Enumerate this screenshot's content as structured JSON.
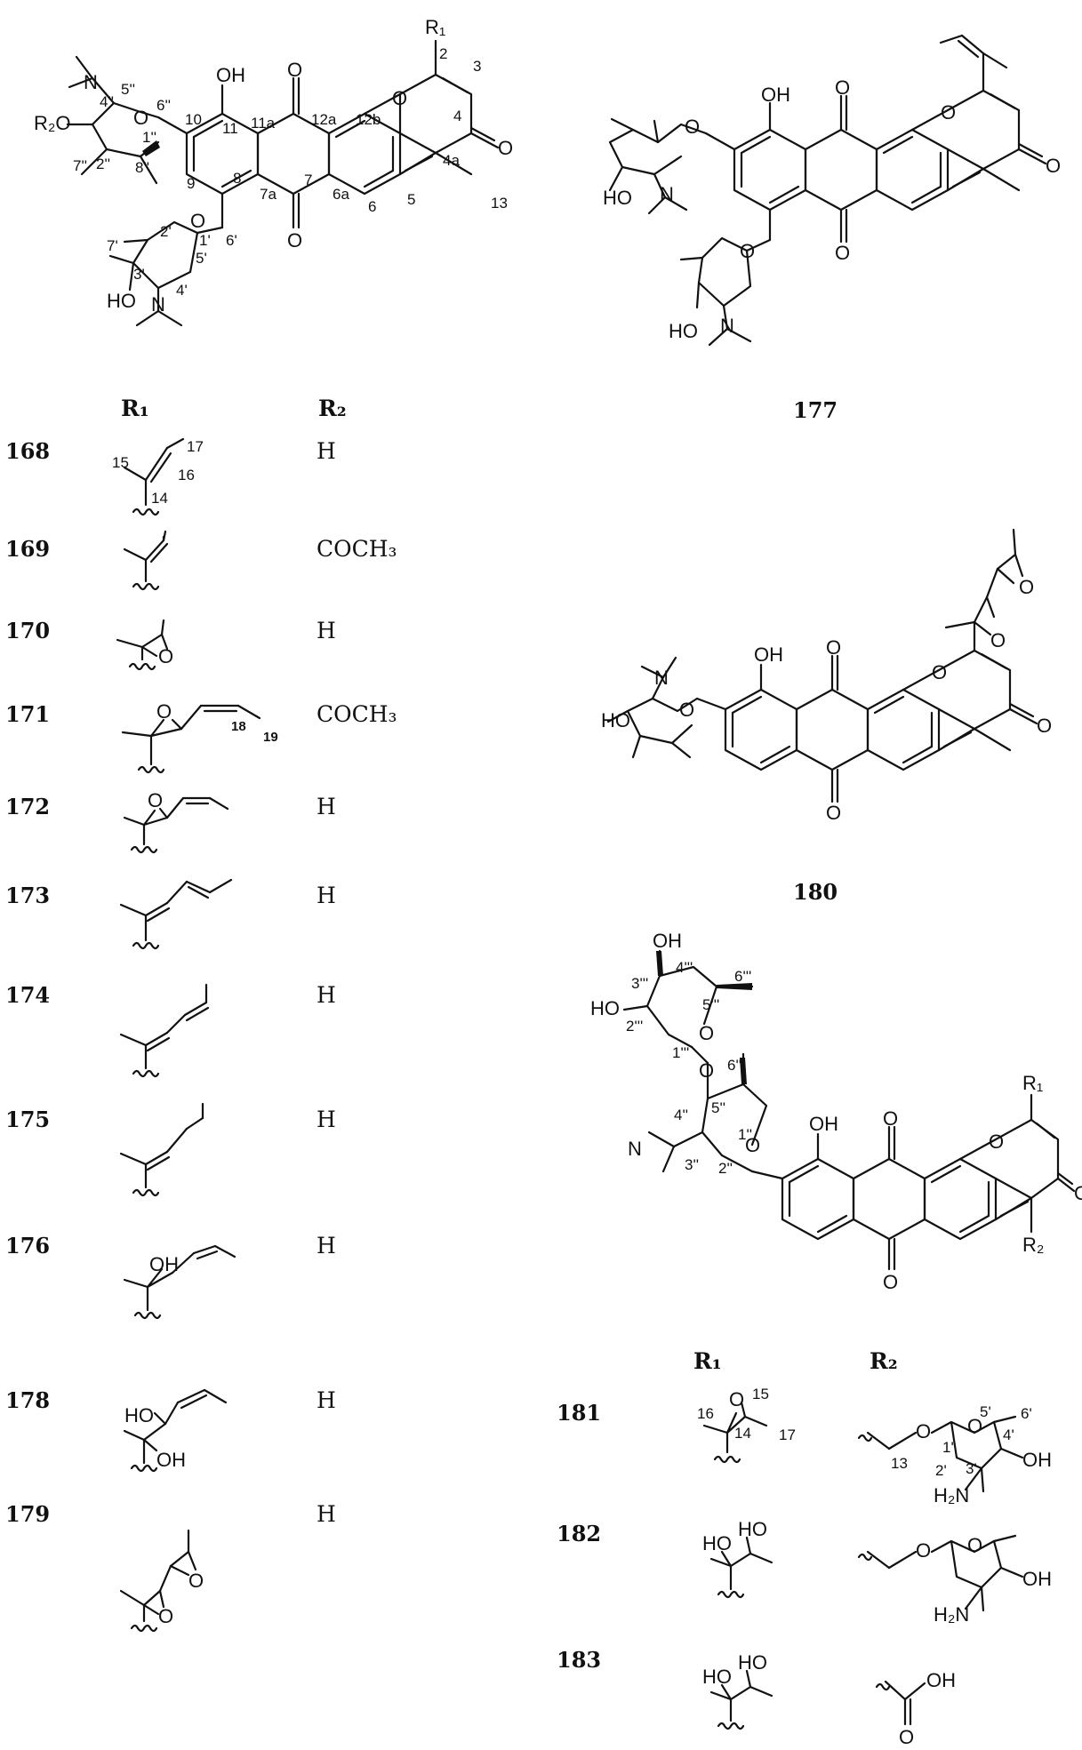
{
  "headers": {
    "r1": "R₁",
    "r2": "R₂",
    "r1b": "R₁",
    "r2b": "R₂"
  },
  "compounds_left": [
    {
      "id": "168",
      "r2": "H"
    },
    {
      "id": "169",
      "r2": "COCH₃"
    },
    {
      "id": "170",
      "r2": "H"
    },
    {
      "id": "171",
      "r2": "COCH₃"
    },
    {
      "id": "172",
      "r2": "H"
    },
    {
      "id": "173",
      "r2": "H"
    },
    {
      "id": "174",
      "r2": "H"
    },
    {
      "id": "175",
      "r2": "H"
    },
    {
      "id": "176",
      "r2": "H"
    },
    {
      "id": "178",
      "r2": "H"
    },
    {
      "id": "179",
      "r2": "H"
    }
  ],
  "compound_177": "177",
  "compound_180": "180",
  "compounds_right": [
    {
      "id": "181"
    },
    {
      "id": "182"
    },
    {
      "id": "183"
    }
  ],
  "atom_labels": {
    "oh": "OH",
    "o": "O",
    "ho": "HO",
    "n": "N",
    "r1": "R₁",
    "r2o": "R₂O",
    "r2": "R₂",
    "h2n": "H₂N"
  },
  "numbering": {
    "c2": "2",
    "c3": "3",
    "c4": "4",
    "c4a": "4a",
    "c5": "5",
    "c13": "13",
    "c6": "6",
    "c6a": "6a",
    "c7": "7",
    "c7a": "7a",
    "c8": "8",
    "c9": "9",
    "c10": "10",
    "c11": "11",
    "c11a": "11a",
    "c12a": "12a",
    "c12b": "12b",
    "c1p": "1'",
    "c2p": "2'",
    "c3p": "3'",
    "c4p": "4'",
    "c5p": "5'",
    "c6p": "6'",
    "c7p": "7'",
    "c1pp": "1''",
    "c2pp": "2''",
    "c4pp": "4''",
    "c5pp": "5''",
    "c6pp": "6''",
    "c7pp": "7''",
    "c8pp": "8''",
    "c14": "14",
    "c15": "15",
    "c16": "16",
    "c17": "17",
    "c18": "18",
    "c19": "19",
    "b1pp": "1''",
    "b2pp": "2''",
    "b3pp": "3''",
    "b4pp": "4''",
    "b5pp": "5''",
    "b6pp": "6''",
    "b1ppp": "1'''",
    "b2ppp": "2'''",
    "b3ppp": "3'''",
    "b4ppp": "4'''",
    "b5ppp": "5'''",
    "b6ppp": "6'''",
    "r13": "13",
    "r1p": "1'",
    "r2p": "2'",
    "r3p": "3'",
    "r4p": "4'",
    "r5p": "5'",
    "r6p": "6'"
  }
}
